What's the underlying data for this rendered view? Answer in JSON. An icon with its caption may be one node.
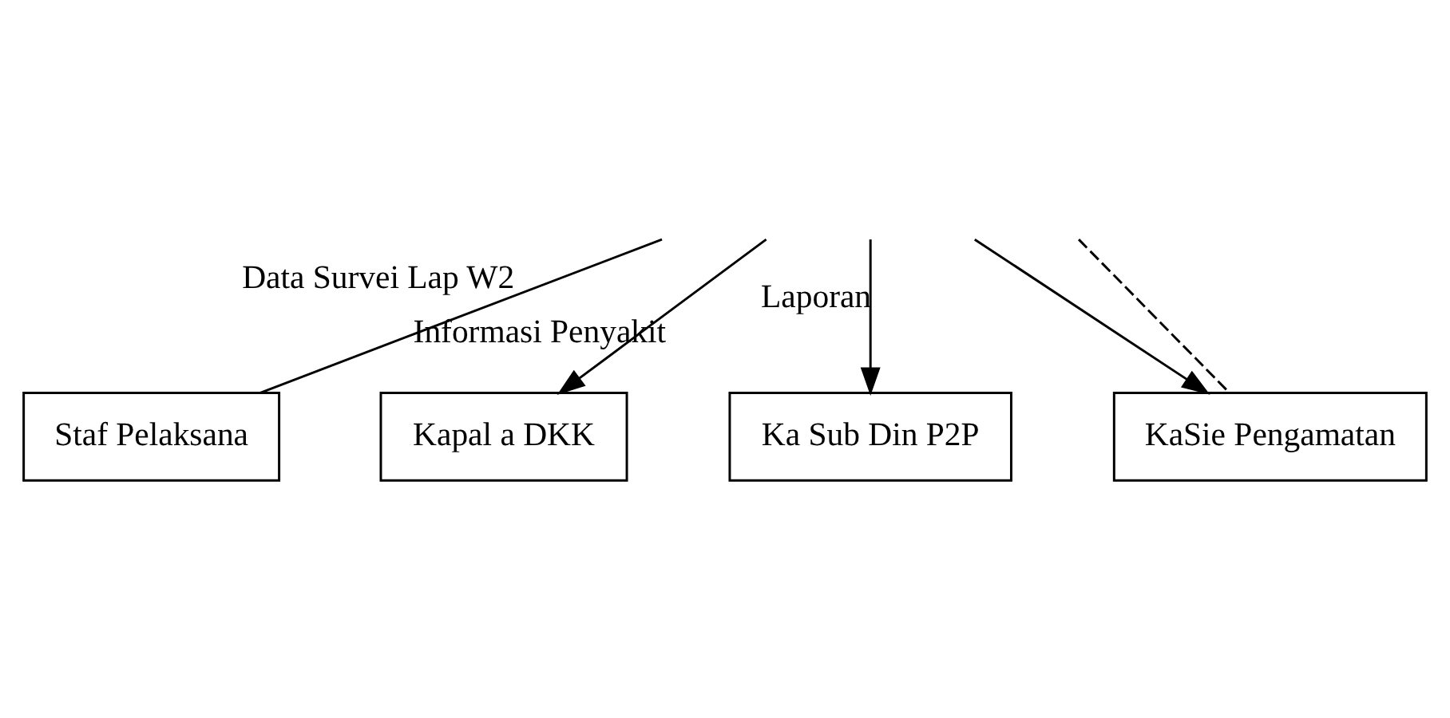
{
  "diagram": {
    "nodes": [
      {
        "text": [
          "Staf Pelaksana"
        ]
      },
      {
        "text": [
          "Kapal a DKK"
        ]
      },
      {
        "text": [
          "Ka Sub Din P2P"
        ]
      },
      {
        "text": [
          "KaSie Pengamatan"
        ]
      }
    ],
    "edges": [
      {
        "from": 0,
        "to": null,
        "arrow": "none",
        "label": "Data Survei Lap W2"
      },
      {
        "from": null,
        "to": 1,
        "arrow": "to",
        "label": "Informasi Penyakit"
      },
      {
        "from": null,
        "to": 2,
        "arrow": "to",
        "label": "Laporan"
      },
      {
        "from": null,
        "to": 3,
        "arrow": "to"
      },
      {
        "from": null,
        "to": 3,
        "arrow": "none",
        "style": "dashed"
      }
    ]
  }
}
